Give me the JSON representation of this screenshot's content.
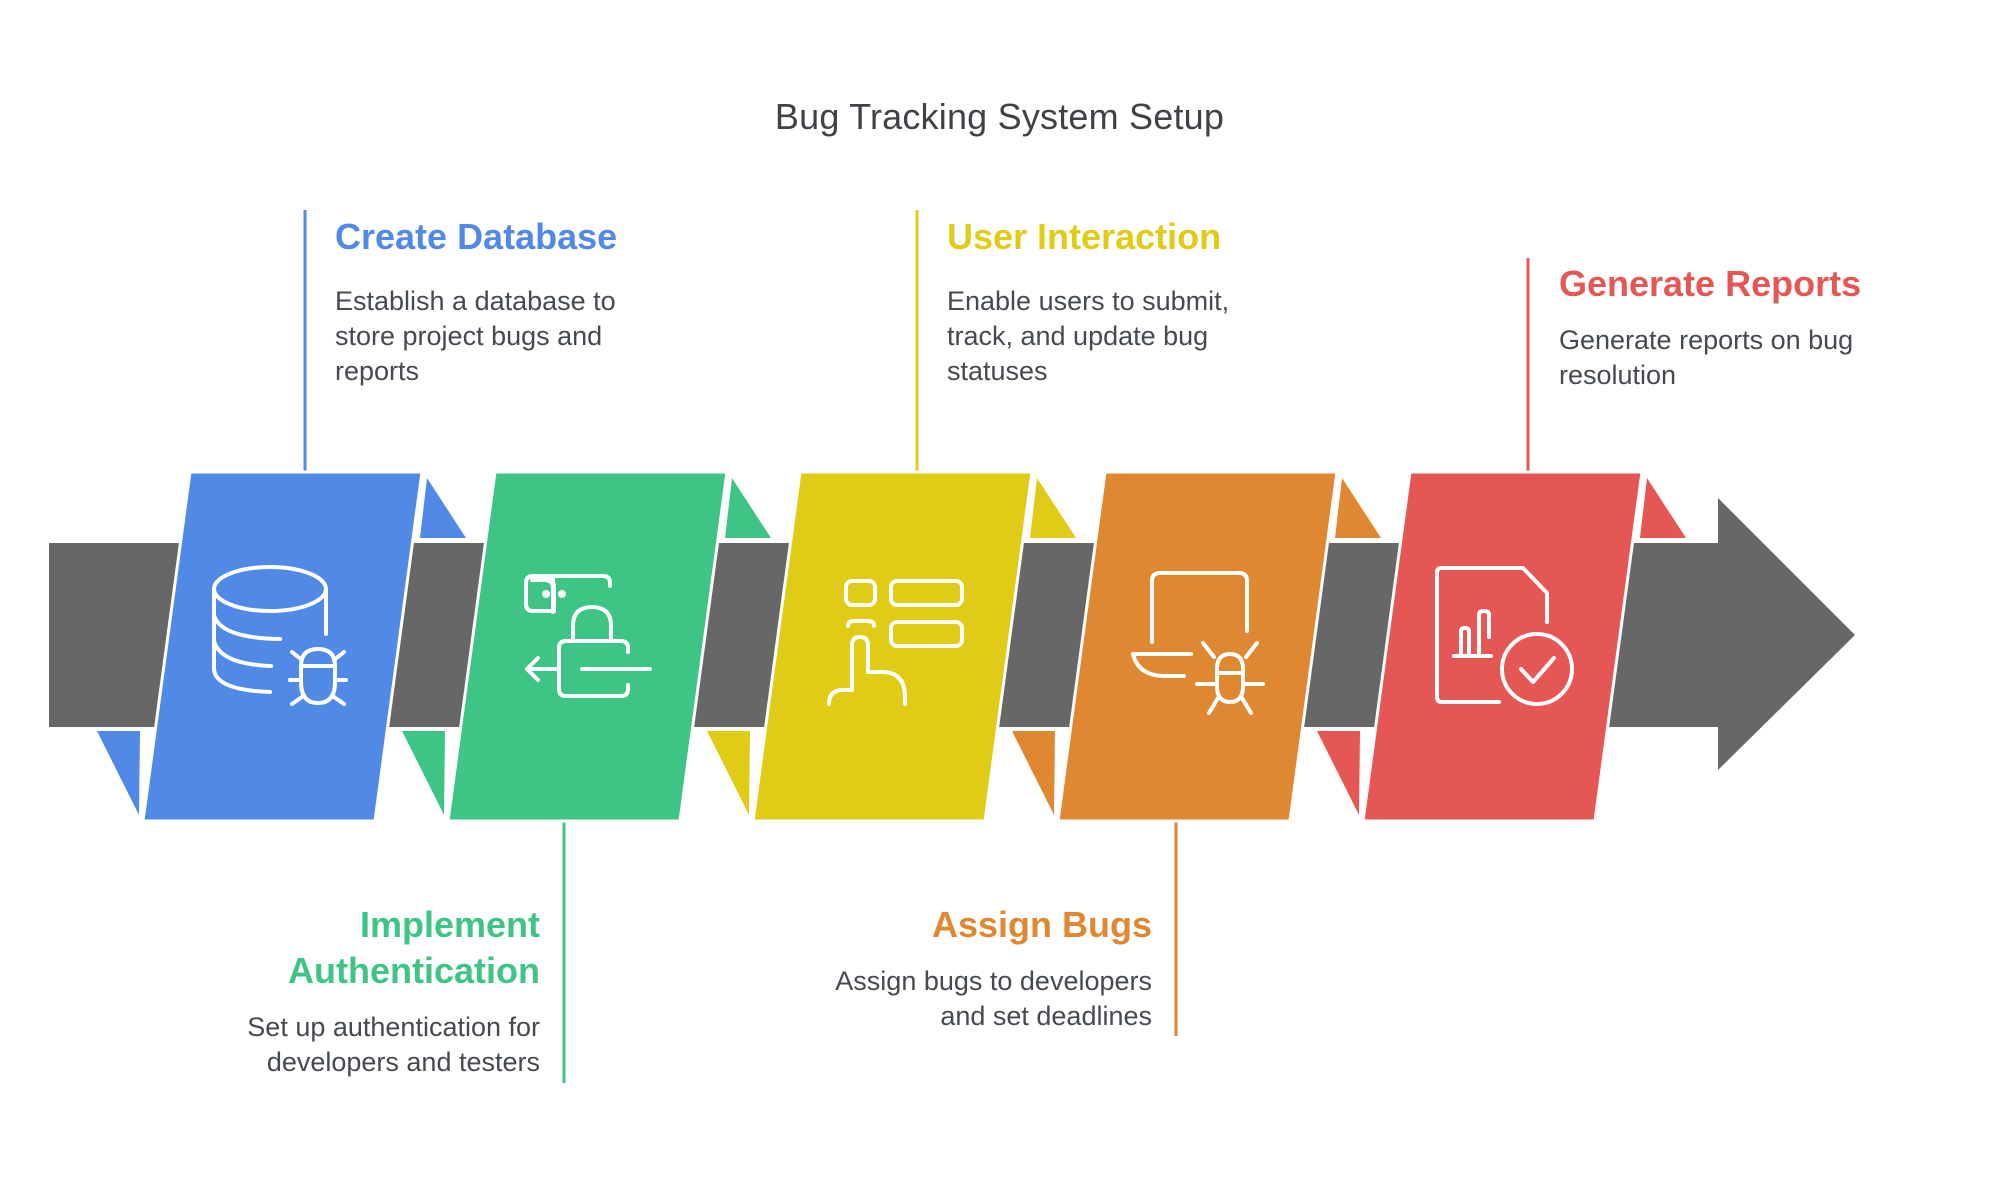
{
  "title": "Bug Tracking System Setup",
  "colors": {
    "band": "#676767",
    "text": "#454a50",
    "title": "#3f4348"
  },
  "steps": [
    {
      "heading": "Create Database",
      "description": "Establish a database to store project bugs and reports",
      "desc_lines": [
        "Establish a database to",
        "store project bugs and",
        "reports"
      ],
      "color": "#518ae6",
      "icon": "database-bug-icon",
      "label_position": "top"
    },
    {
      "heading": "Implement Authentication",
      "heading_lines": [
        "Implement",
        "Authentication"
      ],
      "description": "Set up authentication for developers and testers",
      "desc_lines": [
        "Set up authentication for",
        "developers and testers"
      ],
      "color": "#3ec585",
      "icon": "login-lock-icon",
      "label_position": "bottom"
    },
    {
      "heading": "User Interaction",
      "description": "Enable users to submit, track, and update bug statuses",
      "desc_lines": [
        "Enable users to submit,",
        "track, and update bug",
        "statuses"
      ],
      "color": "#e0cb17",
      "icon": "touch-form-icon",
      "label_position": "top"
    },
    {
      "heading": "Assign Bugs",
      "description": "Assign bugs to developers and set deadlines",
      "desc_lines": [
        "Assign bugs to developers",
        "and set deadlines"
      ],
      "color": "#e08731",
      "icon": "laptop-bug-icon",
      "label_position": "bottom"
    },
    {
      "heading": "Generate Reports",
      "description": "Generate reports on bug resolution",
      "desc_lines": [
        "Generate reports on bug",
        "resolution"
      ],
      "color": "#e55754",
      "icon": "report-check-icon",
      "label_position": "top"
    }
  ]
}
